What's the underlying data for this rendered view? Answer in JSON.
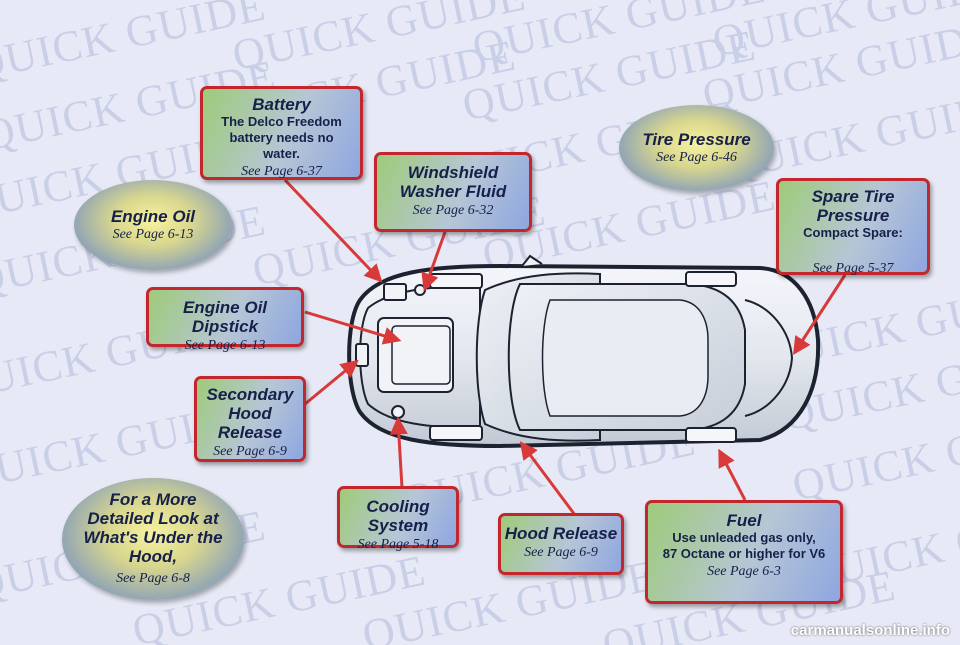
{
  "watermark_text": "QUICK GUIDE",
  "colors": {
    "border": "#c1272d",
    "arrow": "#d83a3a",
    "text": "#16204a",
    "background": "#e7eaf6"
  },
  "callouts": {
    "battery": {
      "title": "Battery",
      "body": "The Delco Freedom battery needs no water.",
      "page": "See Page 6-37"
    },
    "washer": {
      "title": "Windshield Washer Fluid",
      "page": "See Page 6-32"
    },
    "spare_tire": {
      "title": "Spare Tire Pressure",
      "body": "Compact Spare:",
      "page": "See Page 5-37"
    },
    "dipstick": {
      "title": "Engine Oil Dipstick",
      "page": "See Page 6-13"
    },
    "secondary_hood": {
      "title": "Secondary Hood Release",
      "page": "See Page 6-9"
    },
    "cooling": {
      "title": "Cooling System",
      "page": "See Page 5-18"
    },
    "hood_release": {
      "title": "Hood Release",
      "page": "See Page 6-9"
    },
    "fuel": {
      "title": "Fuel",
      "body1": "Use unleaded gas only,",
      "body2": "87 Octane or higher for V6",
      "page": "See Page 6-3"
    }
  },
  "ovals": {
    "engine_oil": {
      "title": "Engine Oil",
      "page": "See Page 6-13"
    },
    "tire_pressure": {
      "title": "Tire Pressure",
      "page": "See Page 6-46"
    },
    "more_detail": {
      "line1": "For a More",
      "line2": "Detailed Look at",
      "line3": "What's Under the Hood,",
      "page": "See Page 6-8"
    }
  },
  "footer": "carmanualsonline.info"
}
